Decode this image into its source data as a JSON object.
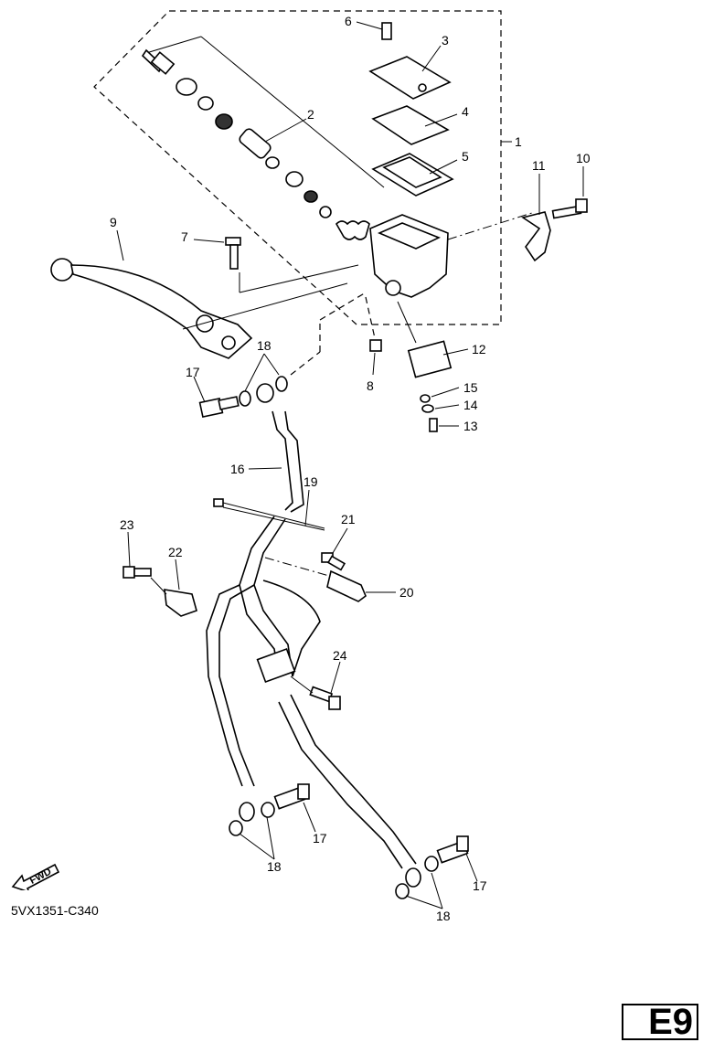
{
  "diagram": {
    "callouts": {
      "c1": "1",
      "c2": "2",
      "c3": "3",
      "c4": "4",
      "c5": "5",
      "c6": "6",
      "c7": "7",
      "c8": "8",
      "c9": "9",
      "c10": "10",
      "c11": "11",
      "c12": "12",
      "c13": "13",
      "c14": "14",
      "c15": "15",
      "c16": "16",
      "c17a": "17",
      "c17b": "17",
      "c17c": "17",
      "c18a": "18",
      "c18b": "18",
      "c18c": "18",
      "c19": "19",
      "c20": "20",
      "c21": "21",
      "c22": "22",
      "c23": "23",
      "c24": "24"
    },
    "fwd_label": "FWD",
    "drawing_code": "5VX1351-C340",
    "page_label": "E9"
  }
}
